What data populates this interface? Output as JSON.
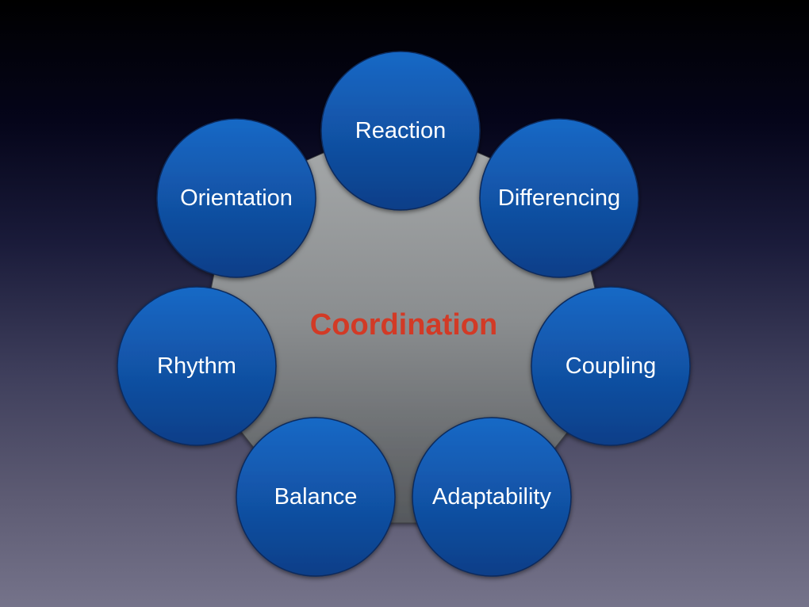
{
  "center": {
    "label": "Coordination",
    "color": "#d23a26"
  },
  "nodes": [
    {
      "label": "Reaction"
    },
    {
      "label": "Differencing"
    },
    {
      "label": "Coupling"
    },
    {
      "label": "Adaptability"
    },
    {
      "label": "Balance"
    },
    {
      "label": "Rhythm"
    },
    {
      "label": "Orientation"
    }
  ],
  "colors": {
    "node_top": "#1466c4",
    "node_bottom": "#0f3f8a",
    "hub_top": "#a6a9aa",
    "hub_bottom": "#5a5d61"
  }
}
